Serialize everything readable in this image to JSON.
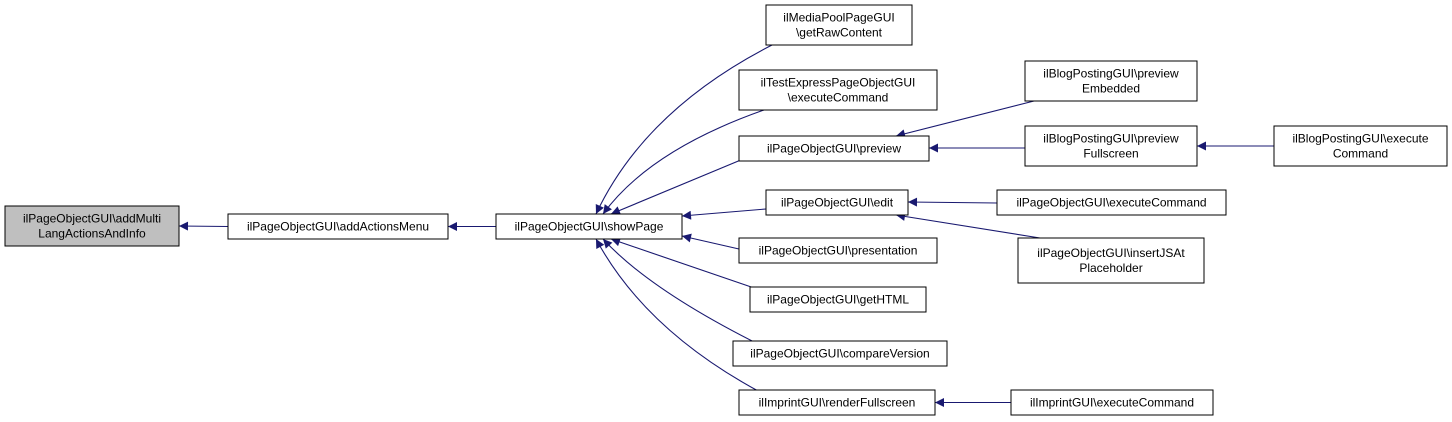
{
  "colors": {
    "edge": "#191970",
    "root_fill": "#bfbfbf",
    "node_fill": "#ffffff",
    "border": "#000000"
  },
  "nodes": [
    {
      "id": "root",
      "lines": [
        "ilPageObjectGUI\\addMulti",
        "LangActionsAndInfo"
      ]
    },
    {
      "id": "addActionsMenu",
      "lines": [
        "ilPageObjectGUI\\addActionsMenu"
      ]
    },
    {
      "id": "showPage",
      "lines": [
        "ilPageObjectGUI\\showPage"
      ]
    },
    {
      "id": "getRawContent",
      "lines": [
        "ilMediaPoolPageGUI",
        "\\getRawContent"
      ]
    },
    {
      "id": "testExpress",
      "lines": [
        "ilTestExpressPageObjectGUI",
        "\\executeCommand"
      ]
    },
    {
      "id": "preview",
      "lines": [
        "ilPageObjectGUI\\preview"
      ]
    },
    {
      "id": "edit",
      "lines": [
        "ilPageObjectGUI\\edit"
      ]
    },
    {
      "id": "presentation",
      "lines": [
        "ilPageObjectGUI\\presentation"
      ]
    },
    {
      "id": "getHTML",
      "lines": [
        "ilPageObjectGUI\\getHTML"
      ]
    },
    {
      "id": "compareVersion",
      "lines": [
        "ilPageObjectGUI\\compareVersion"
      ]
    },
    {
      "id": "renderFullscreen",
      "lines": [
        "ilImprintGUI\\renderFullscreen"
      ]
    },
    {
      "id": "blogPreviewEmbedded",
      "lines": [
        "ilBlogPostingGUI\\preview",
        "Embedded"
      ]
    },
    {
      "id": "blogPreviewFullscreen",
      "lines": [
        "ilBlogPostingGUI\\preview",
        "Fullscreen"
      ]
    },
    {
      "id": "blogExecute",
      "lines": [
        "ilBlogPostingGUI\\execute",
        "Command"
      ]
    },
    {
      "id": "pageExecute",
      "lines": [
        "ilPageObjectGUI\\executeCommand"
      ]
    },
    {
      "id": "insertJS",
      "lines": [
        "ilPageObjectGUI\\insertJSAt",
        "Placeholder"
      ]
    },
    {
      "id": "imprintExecute",
      "lines": [
        "ilImprintGUI\\executeCommand"
      ]
    }
  ],
  "edges": [
    {
      "from": "addActionsMenu",
      "to": "root"
    },
    {
      "from": "showPage",
      "to": "addActionsMenu"
    },
    {
      "from": "getRawContent",
      "to": "showPage"
    },
    {
      "from": "testExpress",
      "to": "showPage"
    },
    {
      "from": "preview",
      "to": "showPage"
    },
    {
      "from": "edit",
      "to": "showPage"
    },
    {
      "from": "presentation",
      "to": "showPage"
    },
    {
      "from": "getHTML",
      "to": "showPage"
    },
    {
      "from": "compareVersion",
      "to": "showPage"
    },
    {
      "from": "renderFullscreen",
      "to": "showPage"
    },
    {
      "from": "blogPreviewEmbedded",
      "to": "preview"
    },
    {
      "from": "blogPreviewFullscreen",
      "to": "preview"
    },
    {
      "from": "blogExecute",
      "to": "blogPreviewFullscreen"
    },
    {
      "from": "pageExecute",
      "to": "edit"
    },
    {
      "from": "insertJS",
      "to": "edit"
    },
    {
      "from": "imprintExecute",
      "to": "renderFullscreen"
    }
  ]
}
